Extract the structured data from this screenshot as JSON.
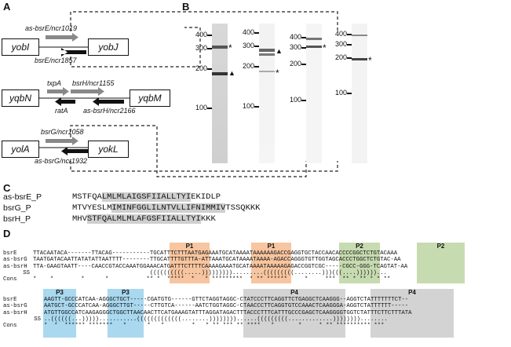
{
  "panels": {
    "a": "A",
    "b": "B",
    "c": "C",
    "d": "D"
  },
  "panel_a": {
    "row1": {
      "left_gene": "yobI",
      "right_gene": "yobJ",
      "top_label": "as-bsrE/ncr1019",
      "bottom_label": "bsrE/ncr1857"
    },
    "row2": {
      "left_gene": "yqbN",
      "right_gene": "yqbM",
      "label_txpA": "txpA",
      "label_bsrH": "bsrH/ncr1155",
      "label_ratA": "ratA",
      "label_asbsrH": "as-bsrH/ncr2166"
    },
    "row3": {
      "left_gene": "yolA",
      "right_gene": "yokL",
      "top_label": "bsrG/ncr1058",
      "bottom_label": "as-bsrG/ncr1932"
    }
  },
  "panel_b": {
    "gel1_markers": [
      "400",
      "300",
      "200",
      "100"
    ],
    "gel2_markers": [
      "400",
      "300",
      "200",
      "100"
    ],
    "gel3_markers": [
      "400",
      "300",
      "200",
      "100"
    ],
    "gel4_markers": [
      "400",
      "300",
      "200",
      "100"
    ],
    "star": "*",
    "triangle": "▲"
  },
  "panel_c": {
    "rows": [
      {
        "name": "as-bsrE_P",
        "pre": "MSTFQA",
        "hl": "LMLMLAIGSFIIALLTYI",
        "post": "EKIDLP"
      },
      {
        "name": "bsrG_P",
        "pre": "MTVYESLM",
        "hl": "IMINFGGLILNTVLLIFNIMMIV",
        "post": "TSSQKKK"
      },
      {
        "name": "bsrH_P",
        "pre": "MHV",
        "hl": "STFQALMLMLAFGSFIIALLTYI",
        "post": "KKK"
      }
    ]
  },
  "panel_d": {
    "block1": {
      "labels": [
        "bsrE",
        "as-bsrG",
        "as-bsrH",
        "SS",
        "Cons"
      ],
      "rows": [
        "TTACAATACA-------TTACAG-----------TGCATTTCTTTAATGAGAAATGCATAAAATAAAAAAGACCGAGGTGCTACCAACACCCCGGCTCTGTACAAA",
        "TAATGATACAATTATATATTAATTTT--------TTGCATTTTGTTTA-ATTAAATGCATAAAATAAAA-AGACCAGGGTGTTGGTAGCACCCTGGCTCTGTAC-AA",
        "TTA-GAAGTAATT----CAACCGTACCAAATGGAAACATGATTTCTTTTCAAAAGAAATGCATAAAATAAAAAGAGACCGGTCGC-----CGCC-GGG-TCAGTAT-AA",
        "                                  ((((((((((.....))))))))).........(((((((((........)))(((....))))))...",
        "*    *        *      *           ** *  *****  *   * *********  * ** ******     *     ***  ** * ** * * **"
      ],
      "boxes": [
        "P1",
        "P1",
        "P2",
        "P2"
      ]
    },
    "block2": {
      "labels": [
        "bsrE",
        "as-bsrG",
        "as-bsrH",
        "SS",
        "Cons"
      ],
      "rows": [
        "AAGTT-GCCCATCAA-AGGGCTGCT-----CGATGTG------GTTCTAGGTAGGC-CTATCCCTTCAGGTTCTGAGGCTCAAGGG--AGGTCTATTTTTTTCT--",
        "AATGCT-GCCCATCAA-AGGGCTTGT-----CTTGTCA------AATCTGGTAGGC-CTAACCCTTCAGGTGTCCAAACTCAAGGGA-AGGTCTATTTTTT-----",
        "ATGTTGGCCATCAAGAGGGCTGGCTTAACAACTTCATGAAAGTATTTAGGATAGACTTTACCCTTTCATTTGCCCGAGCTCAAGGGGTGGTCTATTTCTTCTTTATA",
        "..((((((...)))))...........(((((((((((((........))))))))......(((((((((.............))))))))........",
        "*  *  ****** *******   *      *   *        *   * ** *** ** ****   *       *     * ** ********** ***"
      ],
      "boxes": [
        "P3",
        "P3",
        "P4",
        "P4"
      ]
    }
  },
  "colors": {
    "p1": "#f7c59f",
    "p2": "#c7dbb0",
    "p3": "#a9d8ef",
    "p4": "#d3d3d3",
    "hl_pep": "#cfcfcf"
  }
}
